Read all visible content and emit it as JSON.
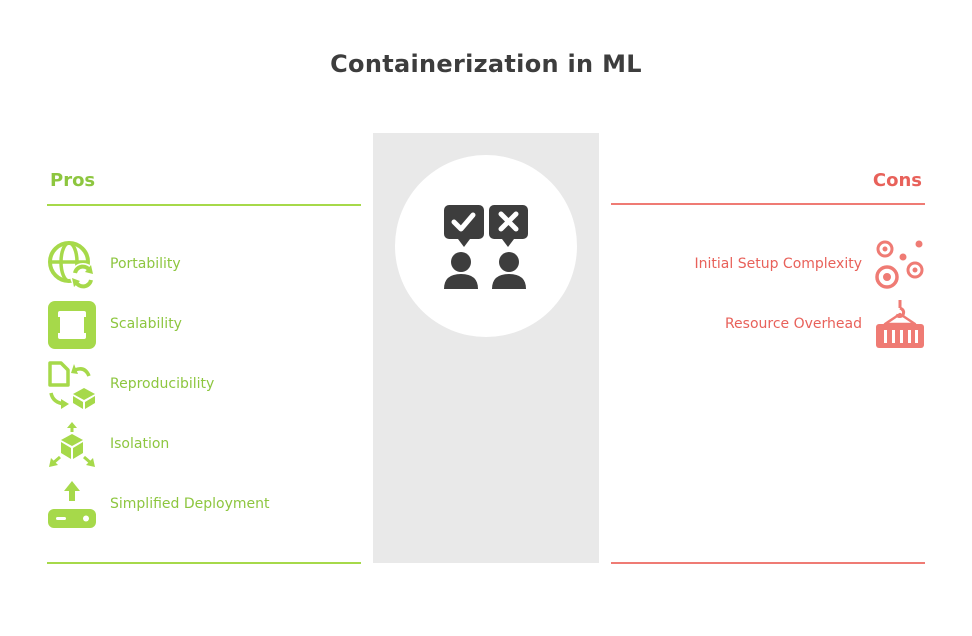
{
  "title": "Containerization in ML",
  "colors": {
    "pros": "#8dc63f",
    "cons": "#e8615a",
    "panel": "#e9e9e9",
    "title": "#3d3d3d"
  },
  "center": {
    "icon": "approve-reject-people-icon"
  },
  "pros": {
    "heading": "Pros",
    "items": [
      {
        "label": "Portability",
        "icon": "globe-sync-icon"
      },
      {
        "label": "Scalability",
        "icon": "expand-frame-icon"
      },
      {
        "label": "Reproducibility",
        "icon": "document-to-box-cycle-icon"
      },
      {
        "label": "Isolation",
        "icon": "isolated-box-arrows-icon"
      },
      {
        "label": "Simplified Deployment",
        "icon": "upload-server-icon"
      }
    ]
  },
  "cons": {
    "heading": "Cons",
    "items": [
      {
        "label": "Initial Setup Complexity",
        "icon": "scattered-targets-icon"
      },
      {
        "label": "Resource Overhead",
        "icon": "container-crane-hook-icon"
      }
    ]
  }
}
